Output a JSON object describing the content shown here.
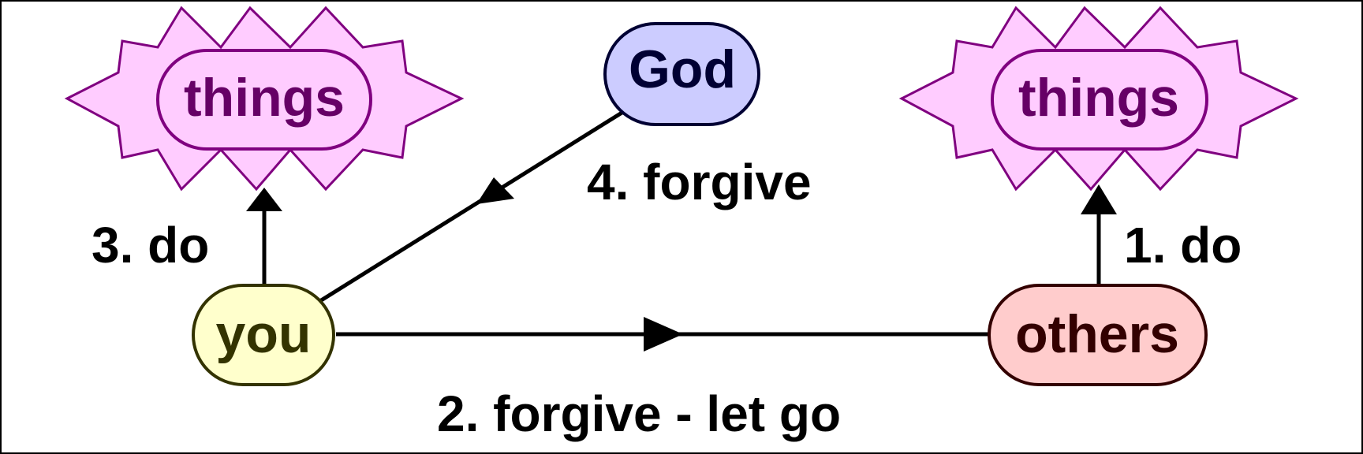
{
  "nodes": {
    "things_left": {
      "label": "things",
      "fill": "#ffccff",
      "stroke": "#800080",
      "text_color": "#660066"
    },
    "things_right": {
      "label": "things",
      "fill": "#ffccff",
      "stroke": "#800080",
      "text_color": "#660066"
    },
    "god": {
      "label": "God",
      "fill": "#ccccff",
      "stroke": "#000033",
      "text_color": "#000033"
    },
    "you": {
      "label": "you",
      "fill": "#ffffcc",
      "stroke": "#333300",
      "text_color": "#333300"
    },
    "others": {
      "label": "others",
      "fill": "#ffcccc",
      "stroke": "#330000",
      "text_color": "#330000"
    }
  },
  "edges": {
    "others_do": {
      "label": "1. do"
    },
    "you_forgive_others": {
      "label": "2. forgive - let go"
    },
    "you_do": {
      "label": "3. do"
    },
    "god_forgive_you": {
      "label": "4. forgive"
    }
  },
  "colors": {
    "edge": "#000000",
    "border": "#000000",
    "background": "#ffffff"
  }
}
